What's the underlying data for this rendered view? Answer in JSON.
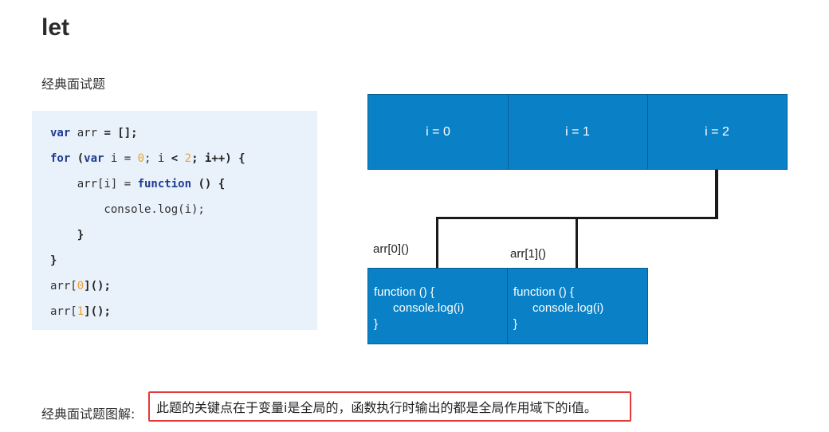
{
  "slide": {
    "title": "let",
    "subtitle": "经典面试题",
    "explain_label": "经典面试题图解:",
    "explain_text": "此题的关键点在于变量i是全局的，函数执行时输出的都是全局作用域下的i值。"
  },
  "code": {
    "l1_kw": "var",
    "l1_rest": " arr ",
    "l1_op": "= [];",
    "l2_kw1": "for",
    "l2_a": " (",
    "l2_kw2": "var",
    "l2_b": " i = ",
    "l2_n1": "0",
    "l2_c": "; i ",
    "l2_op": "<",
    "l2_d": " ",
    "l2_n2": "2",
    "l2_e": "; i++) {",
    "l3_a": "    arr[i] = ",
    "l3_kw": "function",
    "l3_b": " () {",
    "l4": "        console.log(i);",
    "l5": "    }",
    "l6": "}",
    "l7_a": "arr[",
    "l7_n": "0",
    "l7_b": "]();",
    "l8_a": "arr[",
    "l8_n": "1",
    "l8_b": "]();"
  },
  "diagram": {
    "cells": [
      "i = 0",
      "i = 1",
      "i = 2"
    ],
    "calls": [
      "arr[0]()",
      "arr[1]()"
    ],
    "functions": [
      {
        "l1": "function () {",
        "l2": "console.log(i)",
        "l3": "}"
      },
      {
        "l1": "function () {",
        "l2": "console.log(i)",
        "l3": "}"
      }
    ]
  }
}
